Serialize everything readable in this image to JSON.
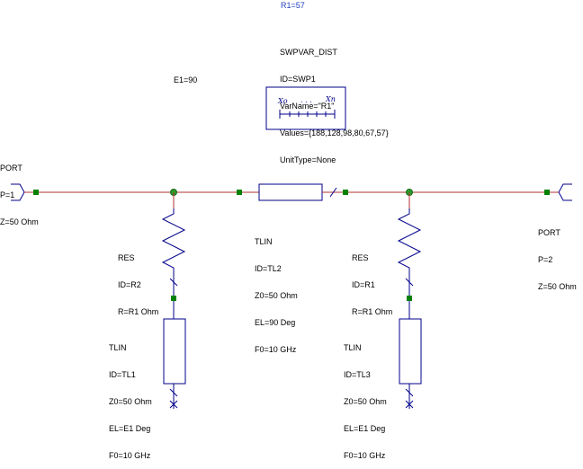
{
  "colors": {
    "wire": "#b03030",
    "body": "#00008b",
    "node": "#2a9a2a",
    "pin": "#008000",
    "text": "#000000",
    "var_text": "#1f3fbf"
  },
  "variables": {
    "r1": "R1=57",
    "e1": "E1=90"
  },
  "swpvar": {
    "lines": [
      "SWPVAR_DIST",
      "ID=SWP1",
      "VarName=\"R1\"",
      "Values={188,128,98,80,67,57}",
      "UnitType=None"
    ],
    "icon_left": "Xo",
    "icon_dots": ". . .",
    "icon_right": "Xn"
  },
  "port1": {
    "lines": [
      "PORT",
      "P=1",
      "Z=50 Ohm"
    ]
  },
  "port2": {
    "lines": [
      "PORT",
      "P=2",
      "Z=50 Ohm"
    ]
  },
  "tl2": {
    "lines": [
      "TLIN",
      "ID=TL2",
      "Z0=50 Ohm",
      "EL=90 Deg",
      "F0=10 GHz"
    ]
  },
  "res_r2": {
    "lines": [
      "RES",
      "ID=R2",
      "R=R1 Ohm"
    ]
  },
  "res_r1": {
    "lines": [
      "RES",
      "ID=R1",
      "R=R1 Ohm"
    ]
  },
  "tl1": {
    "lines": [
      "TLIN",
      "ID=TL1",
      "Z0=50 Ohm",
      "EL=E1 Deg",
      "F0=10 GHz"
    ]
  },
  "tl3": {
    "lines": [
      "TLIN",
      "ID=TL3",
      "Z0=50 Ohm",
      "EL=E1 Deg",
      "F0=10 GHz"
    ]
  }
}
